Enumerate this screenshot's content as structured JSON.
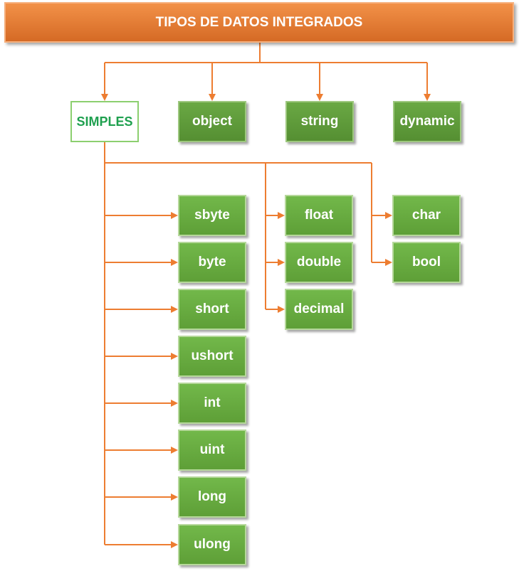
{
  "title": "TIPOS DE DATOS INTEGRADOS",
  "top_level": {
    "simples": "SIMPLES",
    "object": "object",
    "string": "string",
    "dynamic": "dynamic"
  },
  "integer_types": [
    "sbyte",
    "byte",
    "short",
    "ushort",
    "int",
    "uint",
    "long",
    "ulong"
  ],
  "floating_types": [
    "float",
    "double",
    "decimal"
  ],
  "other_types": [
    "char",
    "bool"
  ],
  "colors": {
    "title_fill": "#e57a33",
    "box_fill": "#68ad40",
    "simples_text": "#1fa04f",
    "connector": "#ed7d31"
  }
}
